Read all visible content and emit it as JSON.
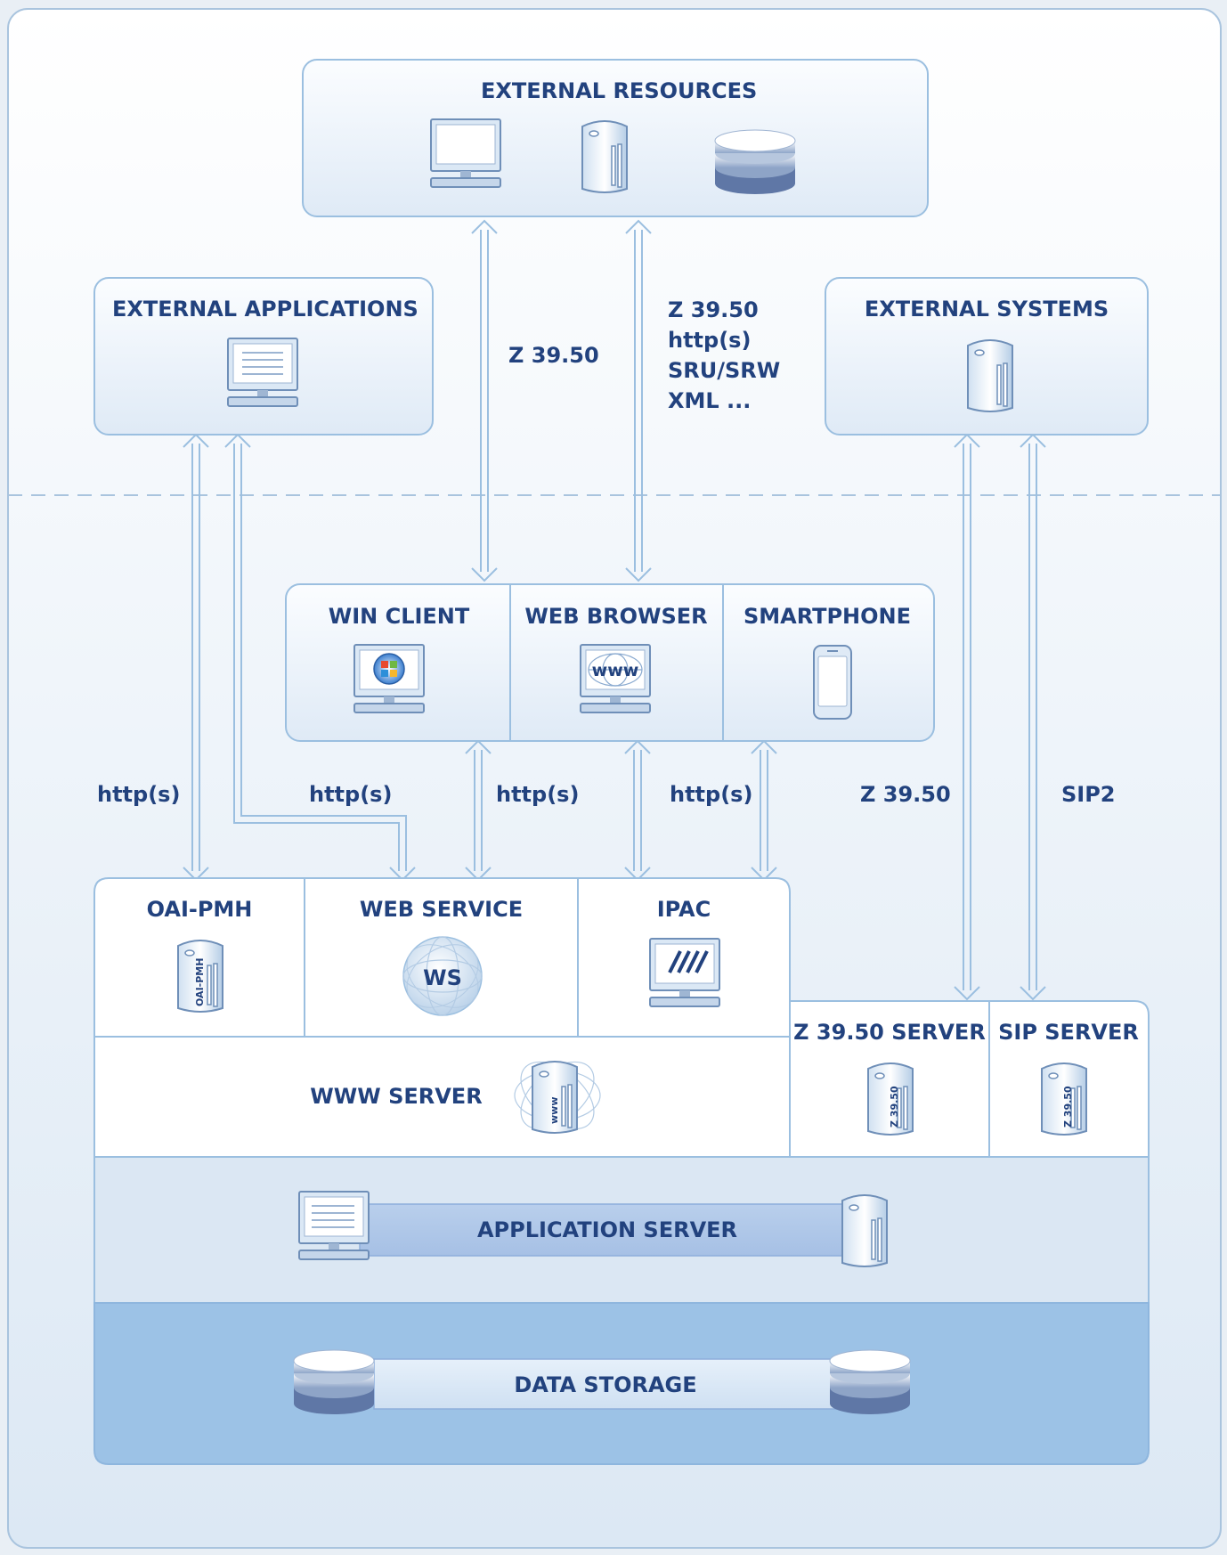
{
  "external_resources": {
    "title": "EXTERNAL RESOURCES"
  },
  "external_applications": {
    "title": "EXTERNAL APPLICATIONS"
  },
  "external_systems": {
    "title": "EXTERNAL SYSTEMS"
  },
  "clients": {
    "win_client": "WIN CLIENT",
    "web_browser": "WEB BROWSER",
    "web_browser_icon_text": "www",
    "smartphone": "SMARTPHONE"
  },
  "services": {
    "oai_pmh": "OAI-PMH",
    "oai_pmh_icon_text": "OAI-PMH",
    "web_service": "WEB SERVICE",
    "web_service_icon_text": "WS",
    "ipac": "IPAC",
    "z3950_server": "Z 39.50 SERVER",
    "sip_server": "SIP SERVER",
    "server_icon_text": "Z 39.50",
    "www_server": "WWW SERVER",
    "www_server_icon_text": "www"
  },
  "application_server": "APPLICATION SERVER",
  "data_storage": "DATA STORAGE",
  "protocols": {
    "z3950": "Z 39.50",
    "z3950_list": [
      "Z 39.50",
      "http(s)",
      "SRU/SRW",
      "XML ..."
    ],
    "http_1": "http(s)",
    "http_2": "http(s)",
    "http_3": "http(s)",
    "http_4": "http(s)",
    "z3950_right": "Z 39.50",
    "sip2": "SIP2"
  },
  "colors": {
    "text": "#22427e",
    "border": "#9bbfe0",
    "panel": "#f2f7fc",
    "app_band": "#dbe7f3",
    "storage_band": "#9cc2e6"
  }
}
